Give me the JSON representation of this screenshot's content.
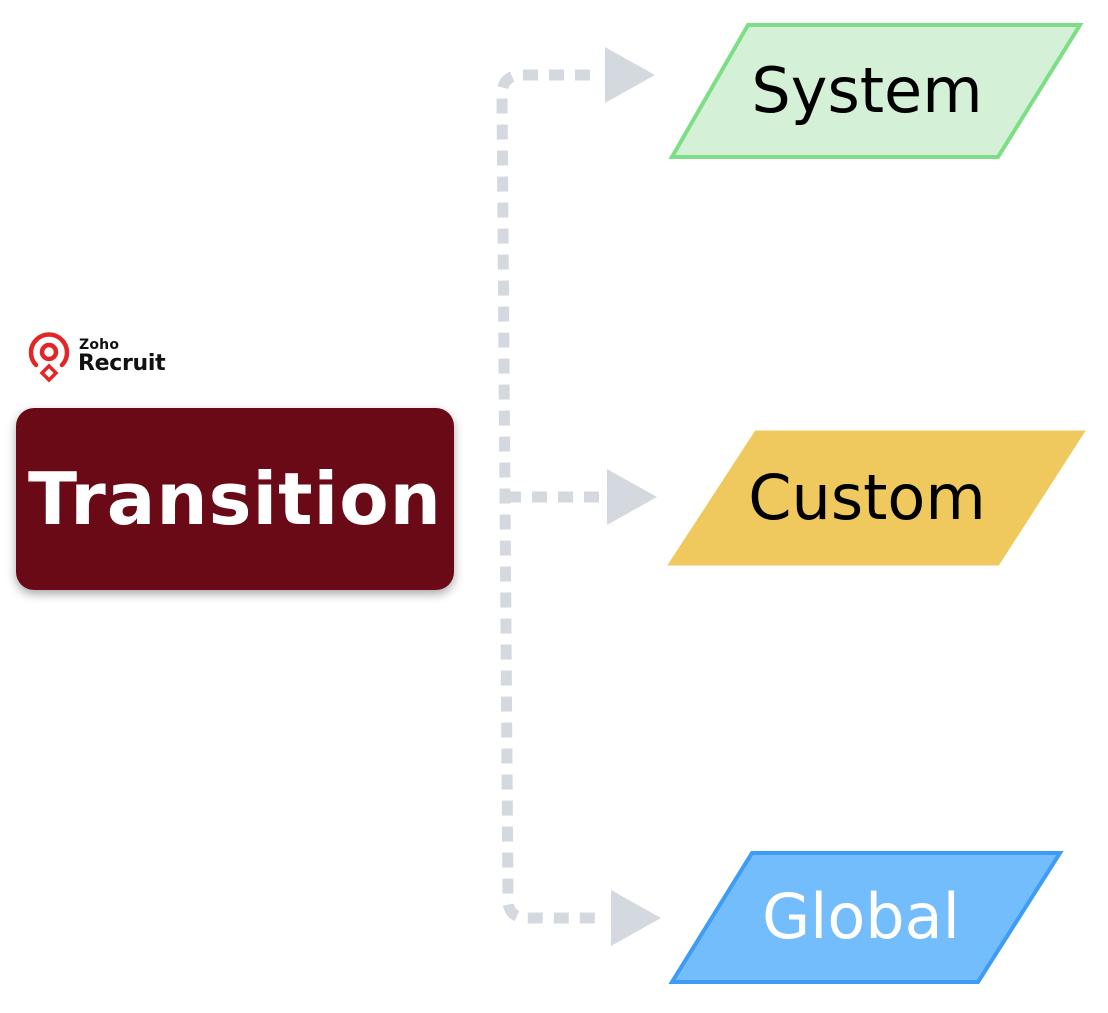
{
  "logo": {
    "brand_small": "Zoho",
    "brand_large": "Recruit",
    "icon": "zoho-recruit-logo-icon",
    "color": "#e42527"
  },
  "source": {
    "label": "Transition",
    "color": "#6b0a17"
  },
  "connector": {
    "color": "#d4d9df",
    "style": "dotted"
  },
  "targets": [
    {
      "label": "System",
      "fill": "#d4f0d6",
      "stroke": "#7dde86",
      "text_color": "#000000"
    },
    {
      "label": "Custom",
      "fill": "#efc95e",
      "stroke": "#efc95e",
      "text_color": "#000000"
    },
    {
      "label": "Global",
      "fill": "#74bdfc",
      "stroke": "#3f9cf6",
      "text_color": "#ffffff"
    }
  ]
}
